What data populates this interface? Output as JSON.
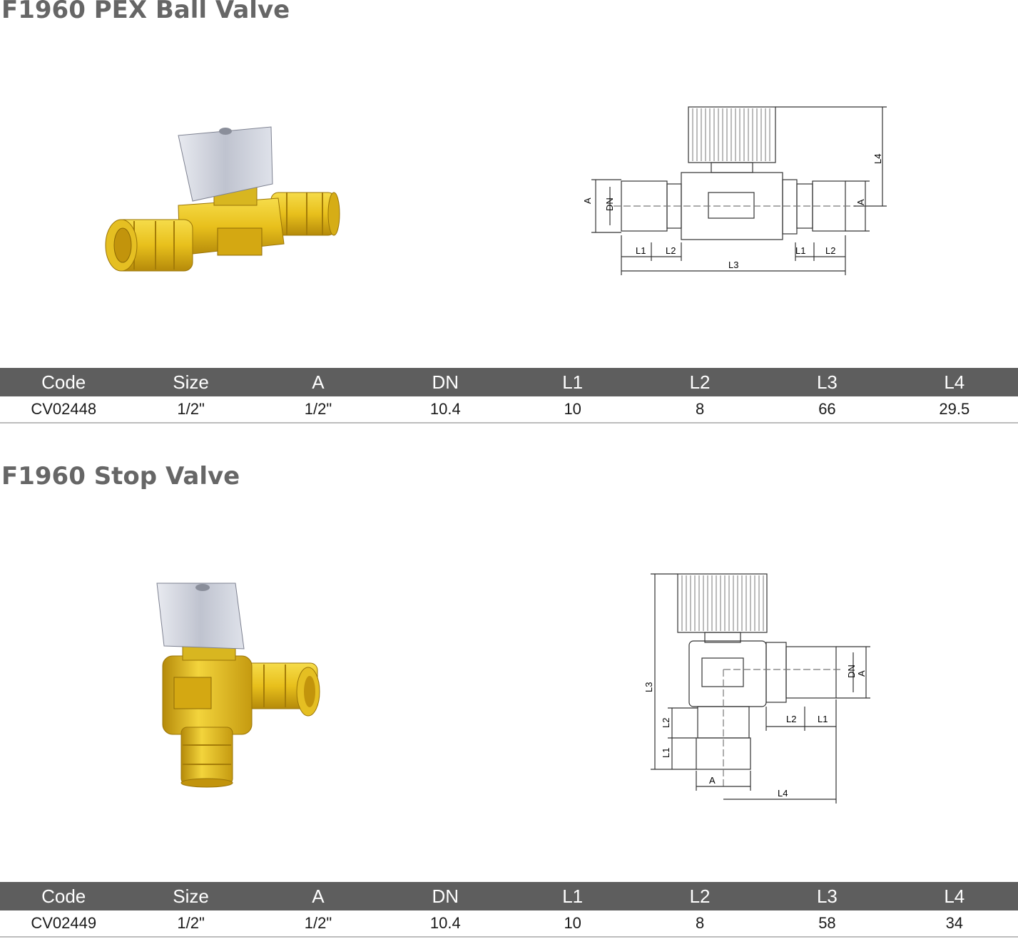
{
  "sections": [
    {
      "title": "F1960 PEX Ball Valve",
      "headers": [
        "Code",
        "Size",
        "A",
        "DN",
        "L1",
        "L2",
        "L3",
        "L4"
      ],
      "row": [
        "CV02448",
        "1/2\"",
        "1/2\"",
        "10.4",
        "10",
        "8",
        "66",
        "29.5"
      ],
      "drawing_labels": {
        "a_left": "A",
        "dn": "DN",
        "l1_left": "L1",
        "l2_left": "L2",
        "l1_right": "L1",
        "l2_right": "L2",
        "l3": "L3",
        "l4": "L4",
        "a_right": "A"
      }
    },
    {
      "title": "F1960 Stop Valve",
      "headers": [
        "Code",
        "Size",
        "A",
        "DN",
        "L1",
        "L2",
        "L3",
        "L4"
      ],
      "row": [
        "CV02449",
        "1/2\"",
        "1/2\"",
        "10.4",
        "10",
        "8",
        "58",
        "34"
      ],
      "drawing_labels": {
        "l3": "L3",
        "l2_left": "L2",
        "l1_left": "L1",
        "a_bottom": "A",
        "l4": "L4",
        "l2_right": "L2",
        "l1_right": "L1",
        "dn": "DN",
        "a_right": "A"
      }
    }
  ],
  "colors": {
    "brass": "#e8c01c",
    "brass_dark": "#b58a0a",
    "handle": "#c9ccd6",
    "header_bg": "#5e5e5e",
    "title": "#666666"
  }
}
